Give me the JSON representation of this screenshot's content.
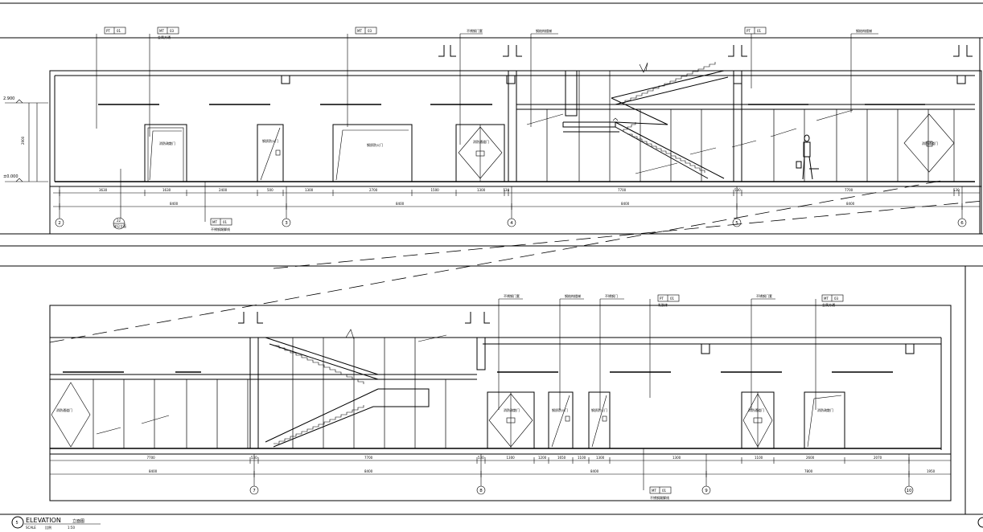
{
  "top": {
    "grid_labels": [
      "2",
      "3",
      "4",
      "5",
      "6"
    ],
    "tags": [
      {
        "code": "PT",
        "num": "01",
        "note": ""
      },
      {
        "code": "MT",
        "num": "03",
        "note": "金属方通"
      },
      {
        "code": "MT",
        "num": "03",
        "note": ""
      },
      {
        "code": "",
        "num": "",
        "note": "不锈钢门套"
      },
      {
        "code": "",
        "num": "",
        "note": "钢结构楼梯"
      },
      {
        "code": "PT",
        "num": "01",
        "note": ""
      },
      {
        "code": "",
        "num": "",
        "note": "钢结构楼梯"
      }
    ],
    "bottom_tag": {
      "code": "MT",
      "num": "01",
      "note": "不锈钢踢脚线"
    },
    "elev_upper": "2.900",
    "elev_lower": "±0.000",
    "height_dim": "2900",
    "dims_row1": [
      "3630",
      "1630",
      "2400",
      "500",
      "1300",
      "2700",
      "1500",
      "1300",
      "530",
      "7700",
      "530",
      "7700",
      "530"
    ],
    "dims_row2": [
      "8400",
      "8400",
      "8400",
      "8400"
    ],
    "door_labels": [
      "消防疏散门",
      "钢质防火门",
      "钢质防火门",
      "消防通道门",
      "消防通道门"
    ],
    "ref_marker": {
      "top": "22",
      "bottom": "详见立面"
    }
  },
  "bottom": {
    "grid_labels": [
      "7",
      "8",
      "9",
      "10"
    ],
    "tags": [
      {
        "code": "",
        "num": "",
        "note": "不锈钢门套"
      },
      {
        "code": "",
        "num": "",
        "note": "钢结构楼梯"
      },
      {
        "code": "",
        "num": "",
        "note": "不锈钢门"
      },
      {
        "code": "PT",
        "num": "01",
        "note": "乳胶漆"
      },
      {
        "code": "",
        "num": "",
        "note": "不锈钢门套"
      },
      {
        "code": "MT",
        "num": "03",
        "note": "金属方通"
      }
    ],
    "bottom_tag": {
      "code": "MT",
      "num": "01",
      "note": "不锈钢踢脚线"
    },
    "dims_row1": [
      "7700",
      "530",
      "7700",
      "530",
      "1300",
      "1200",
      "1650",
      "1100",
      "1300",
      "1300",
      "1100",
      "2600",
      "2070"
    ],
    "dims_row2": [
      "8400",
      "8400",
      "8400",
      "7800",
      "1950"
    ],
    "door_labels": [
      "消防通道门",
      "消防疏散门",
      "钢质防火门",
      "钢质防火门",
      "消防通道门",
      "消防疏散门"
    ]
  },
  "title_block": {
    "number": "5",
    "title": "ELEVATION",
    "title_cn": "立面图",
    "scale_label": "SCALE",
    "scale_cn": "比例",
    "scale_value": "1:50"
  }
}
